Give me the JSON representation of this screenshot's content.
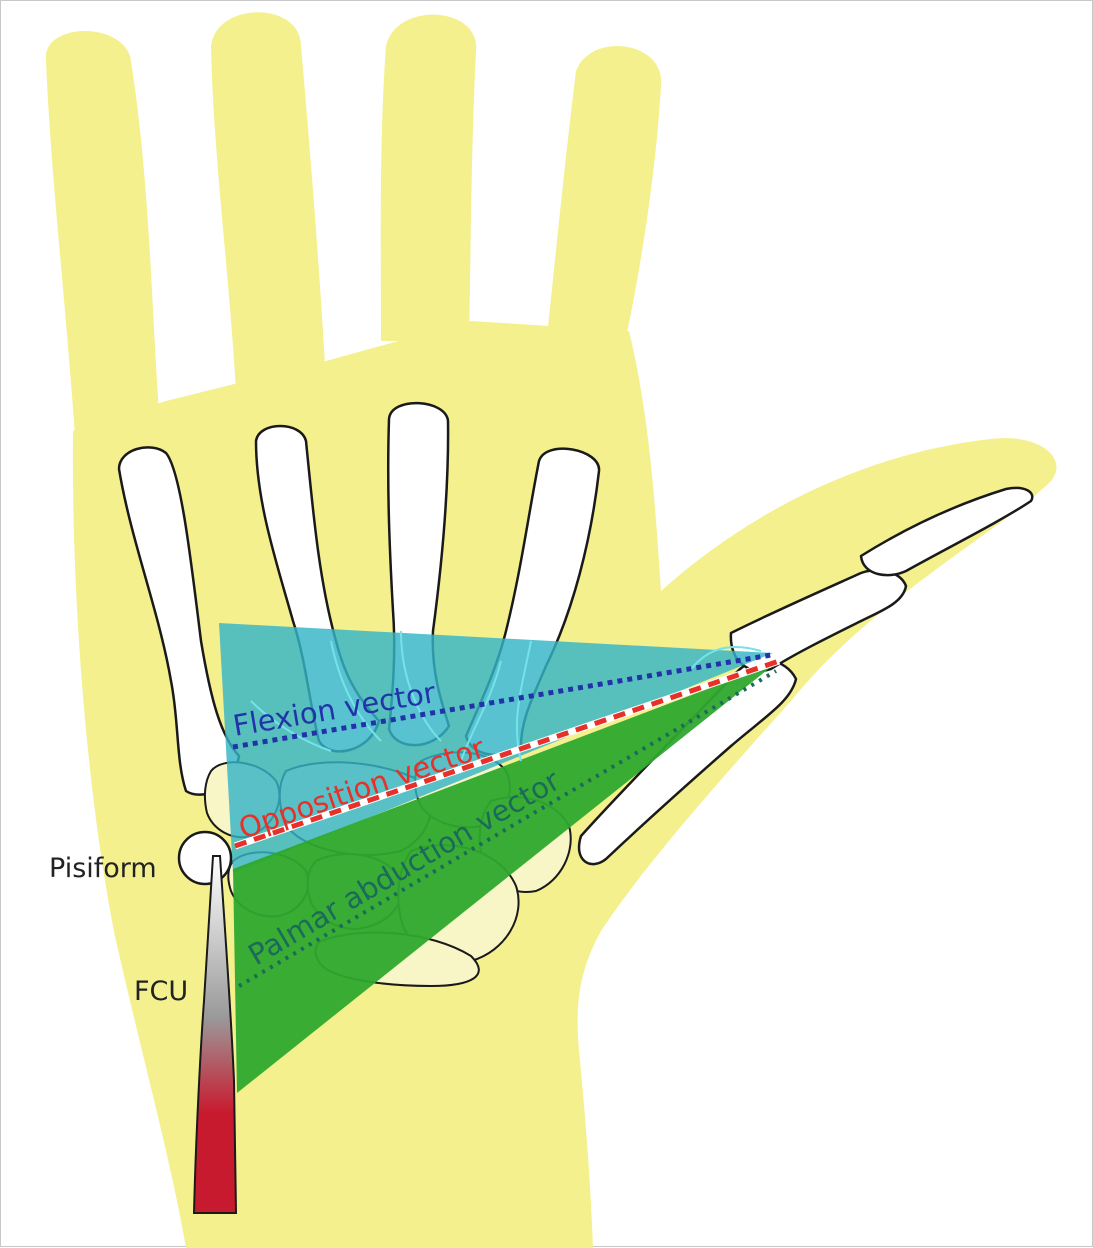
{
  "labels": {
    "pisiform": "Pisiform",
    "fcu": "FCU",
    "flexion_vector": "Flexion vector",
    "opposition_vector": "Opposition vector",
    "palmar_abduction_vector": "Palmar abduction vector"
  },
  "colors": {
    "skin": "#f4f08e",
    "bone": "#ffffff",
    "carpal_bone": "#f8f5c6",
    "bone_outline": "#1a1a1a",
    "flexion_region": "#34b5c6",
    "palmar_abduction_region": "#2ea82e",
    "flexion_vector": "#2233aa",
    "opposition_vector": "#e8302a",
    "palmar_abduction_vector": "#1b6a5a",
    "fcu_muscle": "#c81a2e",
    "label_text": "#222222"
  }
}
